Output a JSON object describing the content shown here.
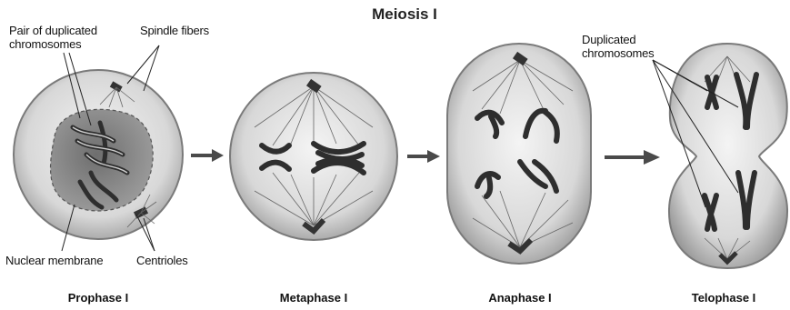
{
  "title": "Meiosis I",
  "labels": {
    "pair_duplicated_line1": "Pair of duplicated",
    "pair_duplicated_line2": "chromosomes",
    "spindle_fibers": "Spindle fibers",
    "nuclear_membrane": "Nuclear membrane",
    "centrioles": "Centrioles",
    "duplicated_line1": "Duplicated",
    "duplicated_line2": "chromosomes"
  },
  "stages": [
    "Prophase I",
    "Metaphase I",
    "Anaphase I",
    "Telophase I"
  ],
  "colors": {
    "cell_fill": "#d9d9d9",
    "cell_edge": "#8a8a8a",
    "nucleus": "#8f8f8f",
    "chromosome": "#3a3a3a",
    "arrow": "#4a4a4a"
  }
}
